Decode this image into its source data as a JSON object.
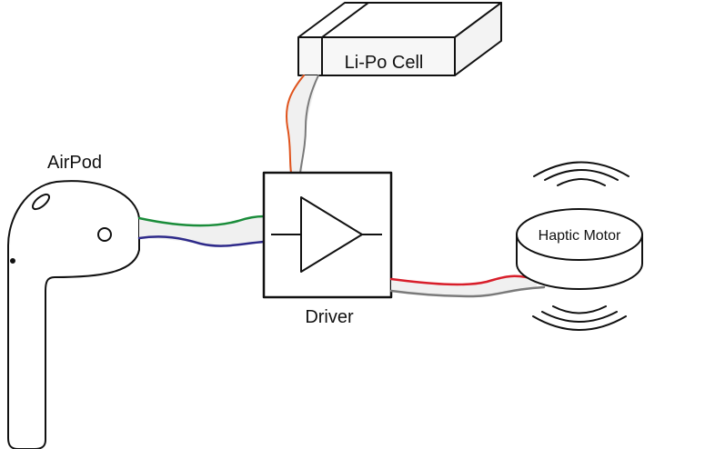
{
  "labels": {
    "battery": "Li-Po Cell",
    "airpod": "AirPod",
    "driver": "Driver",
    "motor": "Haptic Motor"
  },
  "colors": {
    "outline": "#111111",
    "battery_positive_wire": "#e0531c",
    "battery_negative_wire": "#7a7a7a",
    "audio_wire_1": "#1a8c3a",
    "audio_wire_2": "#2e2a8a",
    "motor_wire_positive": "#d81e2a",
    "motor_wire_negative": "#7a7a7a"
  }
}
